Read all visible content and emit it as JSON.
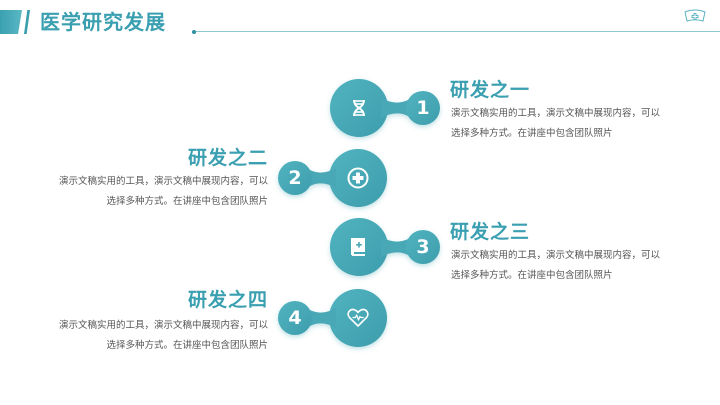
{
  "header": {
    "title": "医学研究发展",
    "logo_icon": "nurse-cap-icon",
    "accent_color": "#3a9fb0"
  },
  "items": [
    {
      "number": "1",
      "title": "研发之一",
      "desc_line1": "演示文稿实用的工具，演示文稿中展现内容，可以",
      "desc_line2": "选择多种方式。在讲座中包含团队照片",
      "icon": "dna-icon",
      "side": "right"
    },
    {
      "number": "2",
      "title": "研发之二",
      "desc_line1": "演示文稿实用的工具，演示文稿中展现内容，可以",
      "desc_line2": "选择多种方式。在讲座中包含团队照片",
      "icon": "medical-cross-icon",
      "side": "left"
    },
    {
      "number": "3",
      "title": "研发之三",
      "desc_line1": "演示文稿实用的工具，演示文稿中展现内容，可以",
      "desc_line2": "选择多种方式。在讲座中包含团队照片",
      "icon": "medical-book-icon",
      "side": "right"
    },
    {
      "number": "4",
      "title": "研发之四",
      "desc_line1": "演示文稿实用的工具，演示文稿中展现内容，可以",
      "desc_line2": "选择多种方式。在讲座中包含团队照片",
      "icon": "heart-pulse-icon",
      "side": "left"
    }
  ],
  "colors": {
    "primary": "#3a9fb0",
    "circle": "#4aa9b7",
    "text": "#555555",
    "line": "#8cc9d2"
  }
}
